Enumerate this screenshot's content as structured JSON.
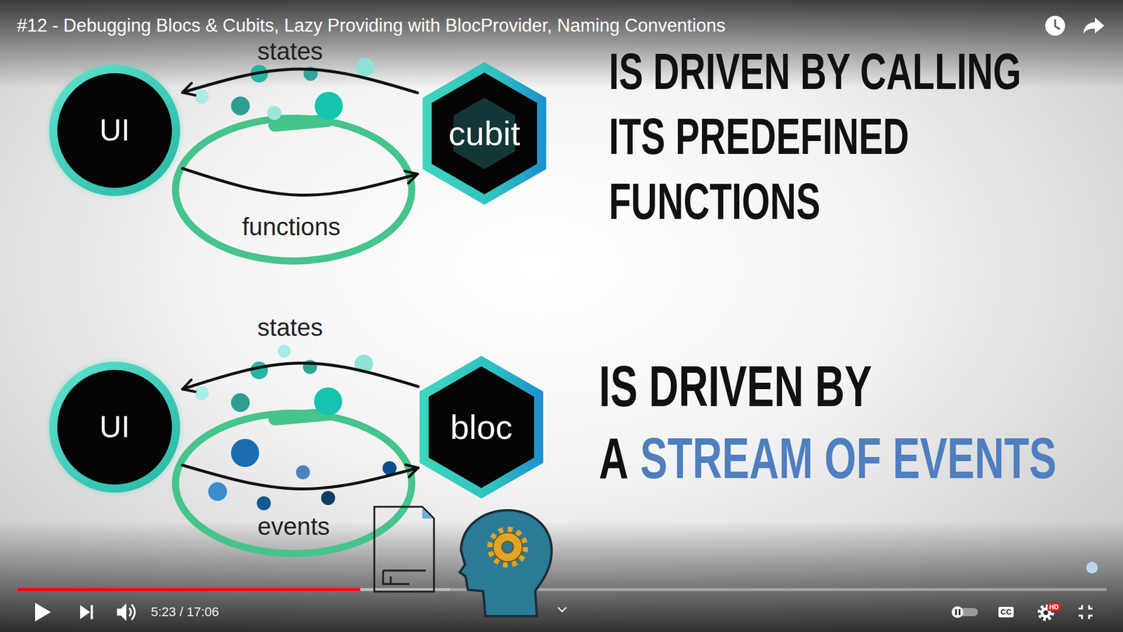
{
  "diagram": {
    "title": "#12 - Debugging Blocs & Cubits, Lazy Providing with BlocProvider, Naming Conventions",
    "nodes": [
      {
        "text": [
          "UI"
        ]
      },
      {
        "text": [
          "cubit"
        ]
      },
      {
        "text": [
          "UI"
        ]
      },
      {
        "text": [
          "bloc"
        ]
      }
    ],
    "edges": [
      {
        "from": 1,
        "to": 0,
        "label": "states",
        "arrow": "to"
      },
      {
        "from": 0,
        "to": 1,
        "label": "functions",
        "arrow": "to"
      },
      {
        "from": 3,
        "to": 2,
        "label": "states",
        "arrow": "to"
      },
      {
        "from": 2,
        "to": 3,
        "label": "events",
        "arrow": "to"
      }
    ],
    "labels": [
      "IS DRIVEN BY CALLING ITS PREDEFINED FUNCTIONS",
      "IS DRIVEN BY",
      "A",
      "STREAM OF EVENTS",
      "5:23 / 17:06",
      "CC",
      "HD"
    ]
  }
}
